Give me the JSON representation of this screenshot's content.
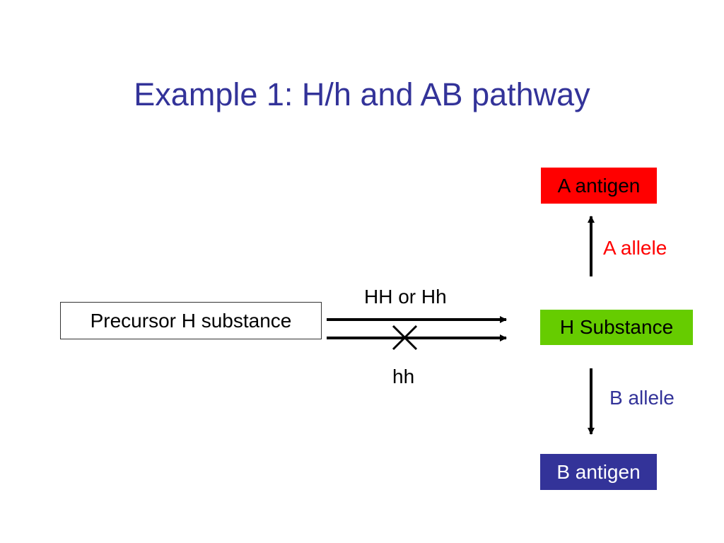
{
  "title": "Example 1:  H/h and AB pathway",
  "nodes": {
    "precursor": "Precursor H substance",
    "a_antigen": "A antigen",
    "h_substance": "H Substance",
    "b_antigen": "B antigen"
  },
  "edge_labels": {
    "hh_or_hh": "HH or Hh",
    "hh": "hh",
    "a_allele": "A allele",
    "b_allele": "B allele"
  },
  "colors": {
    "title": "#333399",
    "a_antigen_fill": "#ff0000",
    "h_substance_fill": "#66cc00",
    "b_antigen_fill": "#333399",
    "a_allele_text": "#ff0000",
    "b_allele_text": "#333399"
  }
}
